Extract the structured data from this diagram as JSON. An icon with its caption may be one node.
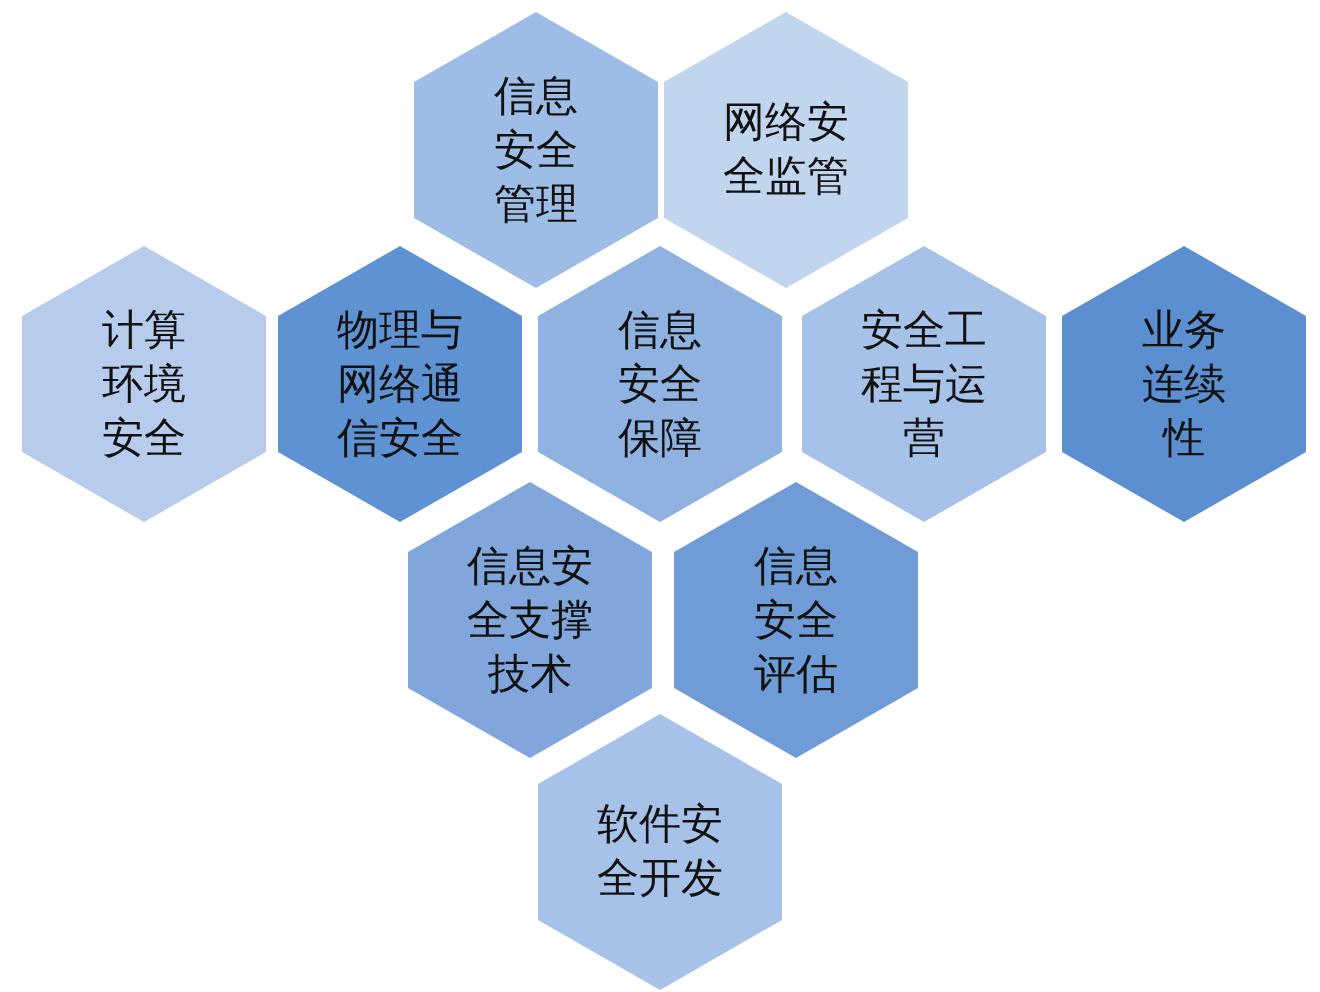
{
  "diagram": {
    "nodes": [
      {
        "text": [
          "信息安全管理"
        ]
      },
      {
        "text": [
          "网络安全监管"
        ]
      },
      {
        "text": [
          "计算环境安全"
        ]
      },
      {
        "text": [
          "物理与网络通信安全"
        ]
      },
      {
        "text": [
          "信息安全保障"
        ]
      },
      {
        "text": [
          "安全工程与运营"
        ]
      },
      {
        "text": [
          "业务连续性"
        ]
      },
      {
        "text": [
          "信息安全支撑技术"
        ]
      },
      {
        "text": [
          "信息安全评估"
        ]
      },
      {
        "text": [
          "软件安全开发"
        ]
      }
    ]
  }
}
